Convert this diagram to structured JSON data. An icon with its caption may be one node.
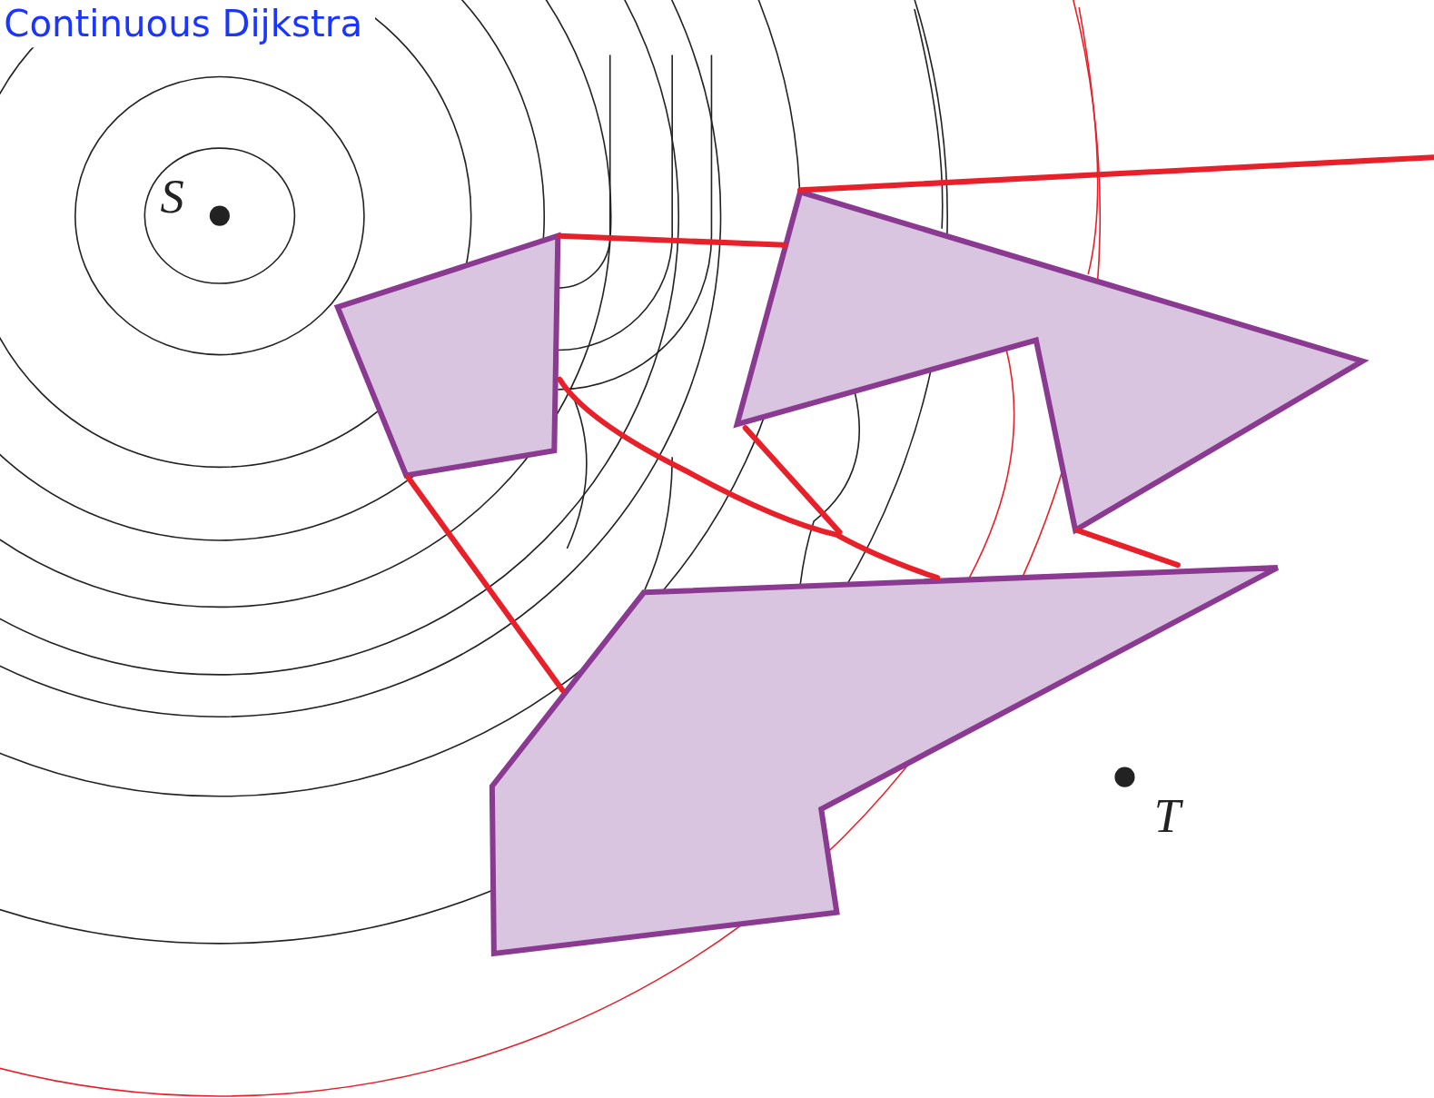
{
  "diagram": {
    "title": "Continuous Dijkstra",
    "labels": [
      "S",
      "T"
    ]
  }
}
